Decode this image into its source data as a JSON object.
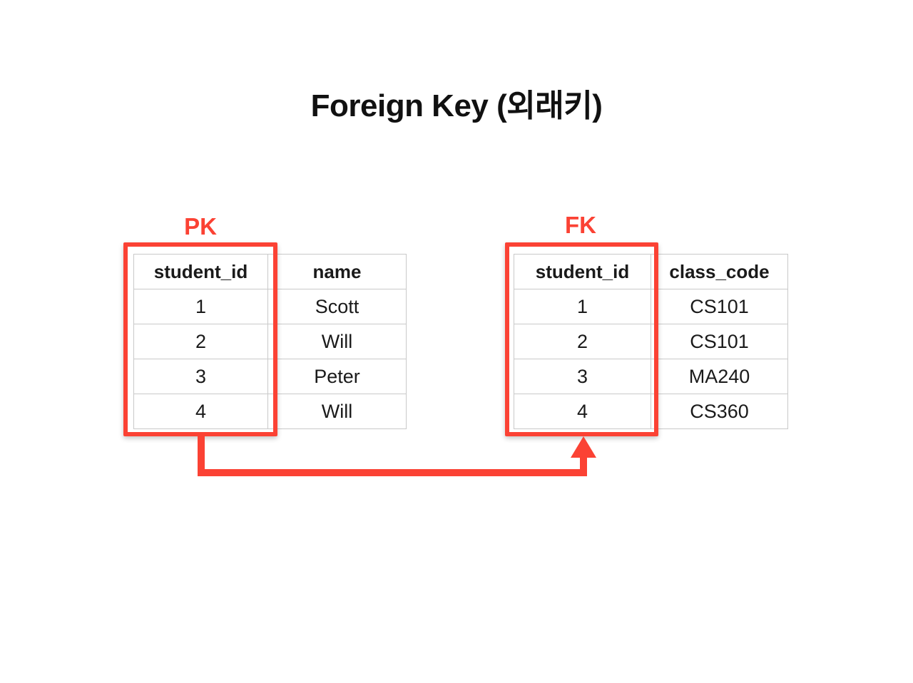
{
  "slide": {
    "title": "Foreign Key (외래키)",
    "background_color": "#ffffff",
    "accent_color": "#fb4234",
    "text_color": "#1a1a1a",
    "grid_color": "#c9c9c9"
  },
  "labels": {
    "pk": "PK",
    "fk": "FK"
  },
  "tables": {
    "students": {
      "headers": [
        "student_id",
        "name"
      ],
      "rows": [
        [
          "1",
          "Scott"
        ],
        [
          "2",
          "Will"
        ],
        [
          "3",
          "Peter"
        ],
        [
          "4",
          "Will"
        ]
      ],
      "highlighted_column": "student_id",
      "highlight_label": "PK"
    },
    "enrollment": {
      "headers": [
        "student_id",
        "class_code"
      ],
      "rows": [
        [
          "1",
          "CS101"
        ],
        [
          "2",
          "CS101"
        ],
        [
          "3",
          "MA240"
        ],
        [
          "4",
          "CS360"
        ]
      ],
      "highlighted_column": "student_id",
      "highlight_label": "FK"
    }
  },
  "connector": {
    "from": "students.student_id",
    "to": "enrollment.student_id",
    "style": "elbow-arrow",
    "color": "#fb4234",
    "arrow_direction": "up"
  }
}
